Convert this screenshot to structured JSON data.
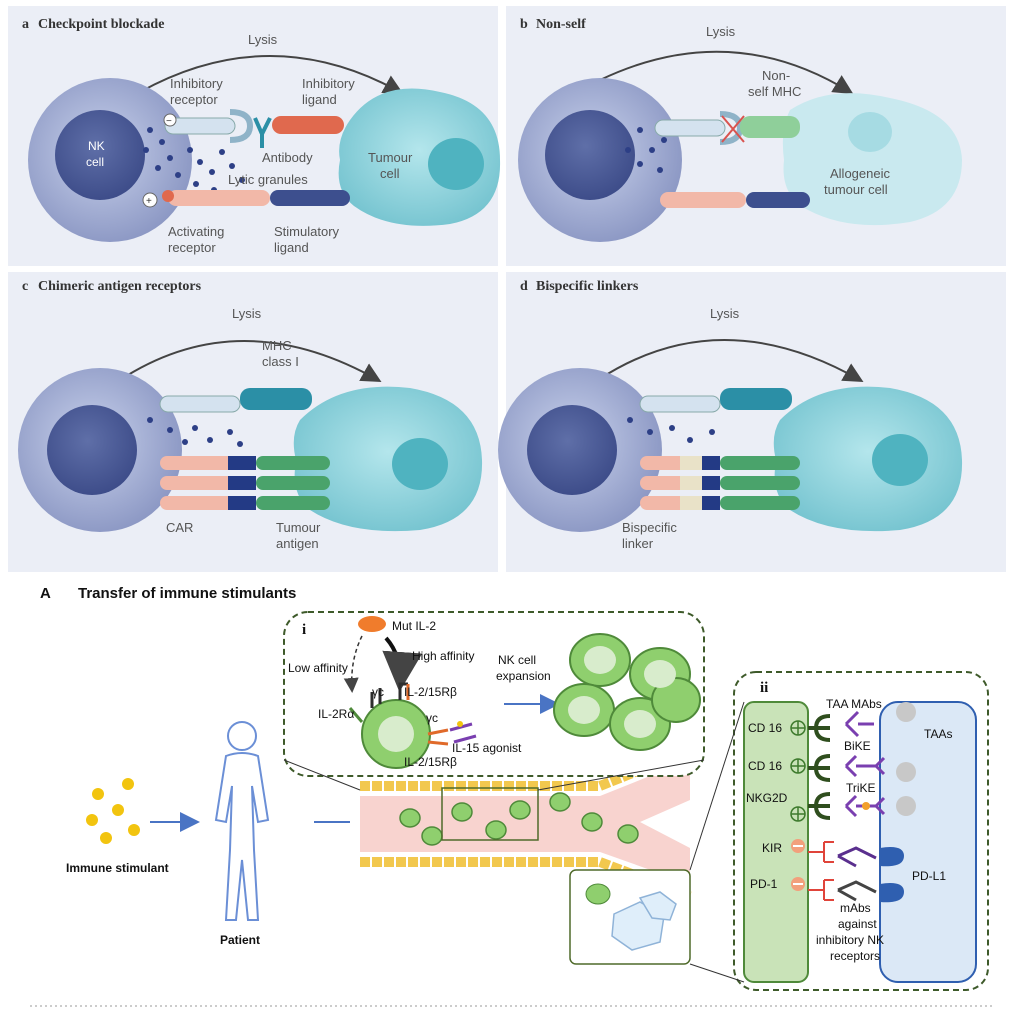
{
  "panel_a": {
    "letter": "a",
    "title": "Checkpoint blockade",
    "lysis": "Lysis",
    "nk_line1": "NK",
    "nk_line2": "cell",
    "inhib_rec_1": "Inhibitory",
    "inhib_rec_2": "receptor",
    "inhib_lig_1": "Inhibitory",
    "inhib_lig_2": "ligand",
    "antibody": "Antibody",
    "lytic": "Lytic granules",
    "tumour_1": "Tumour",
    "tumour_2": "cell",
    "act_rec_1": "Activating",
    "act_rec_2": "receptor",
    "stim_lig_1": "Stimulatory",
    "stim_lig_2": "ligand"
  },
  "panel_b": {
    "letter": "b",
    "title": "Non-self",
    "lysis": "Lysis",
    "nonself_1": "Non-",
    "nonself_2": "self MHC",
    "allo_1": "Allogeneic",
    "allo_2": "tumour cell"
  },
  "panel_c": {
    "letter": "c",
    "title": "Chimeric antigen receptors",
    "lysis": "Lysis",
    "mhc_1": "MHC",
    "mhc_2": "class I",
    "car": "CAR",
    "tumour_antigen_1": "Tumour",
    "tumour_antigen_2": "antigen"
  },
  "panel_d": {
    "letter": "d",
    "title": "Bispecific linkers",
    "lysis": "Lysis",
    "linker_1": "Bispecific",
    "linker_2": "linker"
  },
  "section_a": {
    "letter": "A",
    "title": "Transfer of immune stimulants",
    "immune_stimulant": "Immune stimulant",
    "patient": "Patient"
  },
  "inset_i": {
    "numeral": "i",
    "mut_il2": "Mut IL-2",
    "high_aff": "High affinity",
    "low_aff": "Low affinity",
    "il2ra": "IL-2Rα",
    "gc1": "γc",
    "il2_15rb_top": "IL-2/15Rβ",
    "gc2": "γc",
    "il2_15rb_bottom": "IL-2/15Rβ",
    "il15_agonist": "IL-15 agonist",
    "expansion_1": "NK cell",
    "expansion_2": "expansion"
  },
  "inset_ii": {
    "numeral": "ii",
    "cd16_1": "CD 16",
    "cd16_2": "CD 16",
    "nkg2d": "NKG2D",
    "kir": "KIR",
    "pd1": "PD-1",
    "taa_mabs": "TAA MAbs",
    "bike": "BiKE",
    "trike": "TriKE",
    "taas": "TAAs",
    "pdl1": "PD-L1",
    "mabs_1": "mAbs",
    "mabs_2": "against",
    "mabs_3": "inhibitory NK",
    "mabs_4": "receptors"
  },
  "colors": {
    "nk_cell": "#8c9cc8",
    "tumour": "#8fd3dc",
    "granule": "#2d3f86",
    "activating": "#f2b8a8",
    "inhibitory_ligand": "#e0694e",
    "green_cell": "#8fcf6e",
    "vessel": "#f3c6c4",
    "plus_green": "#3d7a2c",
    "frame": "#6b7a2e"
  }
}
